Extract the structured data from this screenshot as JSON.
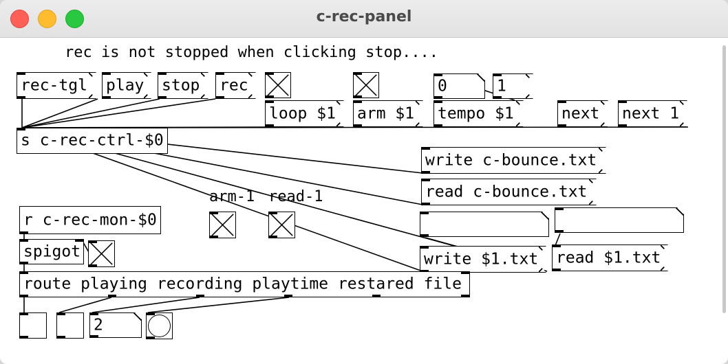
{
  "window": {
    "title": "c-rec-panel"
  },
  "comment": "rec is not stopped when clicking stop....",
  "messages": {
    "rec_tgl": "rec-tgl",
    "play": "play",
    "stop": "stop",
    "rec": "rec",
    "loop": "loop $1",
    "arm": "arm $1",
    "tempo": "tempo $1",
    "next": "next",
    "next1": "next 1",
    "write_bounce": "write c-bounce.txt",
    "read_bounce": "read c-bounce.txt",
    "write_var": "write $1.txt",
    "read_var": "read $1.txt"
  },
  "objects": {
    "send": "s c-rec-ctrl-$0",
    "receive": "r c-rec-mon-$0",
    "spigot": "spigot",
    "route": "route playing recording playtime restared file"
  },
  "atoms": {
    "tempo_number": "0",
    "number_1": "1",
    "bottom_number": "2",
    "symbol_left": "",
    "symbol_right": ""
  },
  "labels": {
    "arm_1": "arm-1",
    "read_1": "read-1"
  },
  "toggles": {
    "loop": true,
    "arm": true,
    "arm_1": true,
    "read_1": true,
    "spigot": true
  }
}
